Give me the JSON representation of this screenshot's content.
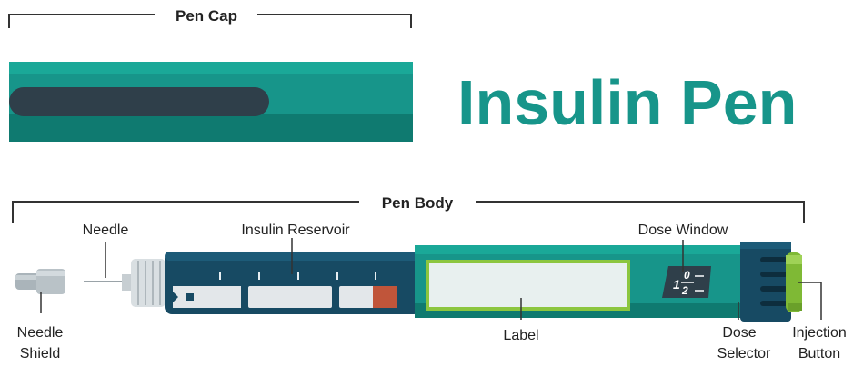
{
  "title": "Insulin Pen",
  "labels": {
    "pen_cap": "Pen Cap",
    "pen_body": "Pen Body",
    "needle": "Needle",
    "insulin_reservoir": "Insulin Reservoir",
    "dose_window": "Dose Window",
    "needle_shield_line1": "Needle",
    "needle_shield_line2": "Shield",
    "label": "Label",
    "dose_selector_line1": "Dose",
    "dose_selector_line2": "Selector",
    "injection_button_line1": "Injection",
    "injection_button_line2": "Button"
  },
  "dose_window": {
    "whole": "1",
    "numerator": "0",
    "denominator": "2"
  },
  "colors": {
    "teal": "#17958a",
    "teal_light": "#1aa898",
    "teal_dark": "#0f7a70",
    "navy": "#174a63",
    "slate": "#2f3f4a",
    "green": "#8cc63f",
    "reservoir_marker": "#c0553a",
    "line": "#333333"
  }
}
